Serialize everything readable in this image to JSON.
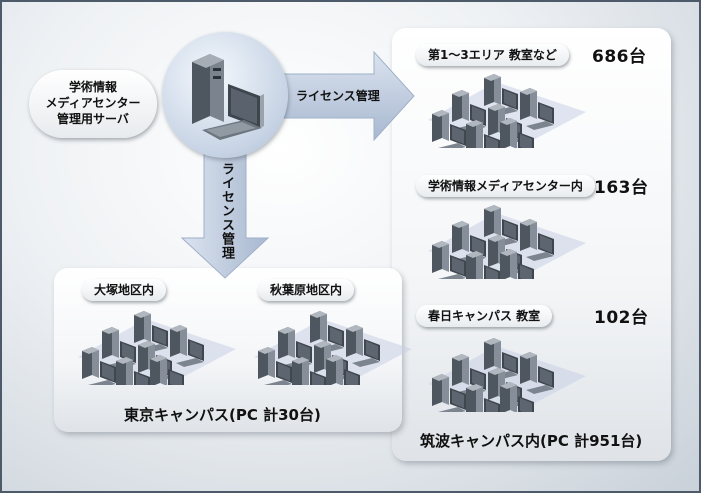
{
  "server": {
    "label_lines": [
      "学術情報",
      "メディアセンター",
      "管理用サーバ"
    ]
  },
  "arrows": {
    "right_label": "ライセンス管理",
    "down_label": "ライセンス管理"
  },
  "tokyo": {
    "locations": [
      {
        "label": "大塚地区内"
      },
      {
        "label": "秋葉原地区内"
      }
    ],
    "caption": "東京キャンパス(PC 計30台)"
  },
  "tsukuba": {
    "locations": [
      {
        "label": "第1～3エリア 教室など",
        "count": "686台"
      },
      {
        "label": "学術情報メディアセンター内",
        "count": "163台"
      },
      {
        "label": "春日キャンパス 教室",
        "count": "102台"
      }
    ],
    "caption": "筑波キャンパス内(PC 計951台)"
  },
  "colors": {
    "arrow": "#b9c6dc",
    "platform": "#c9cfe6",
    "pc_case": "#8d949c"
  }
}
